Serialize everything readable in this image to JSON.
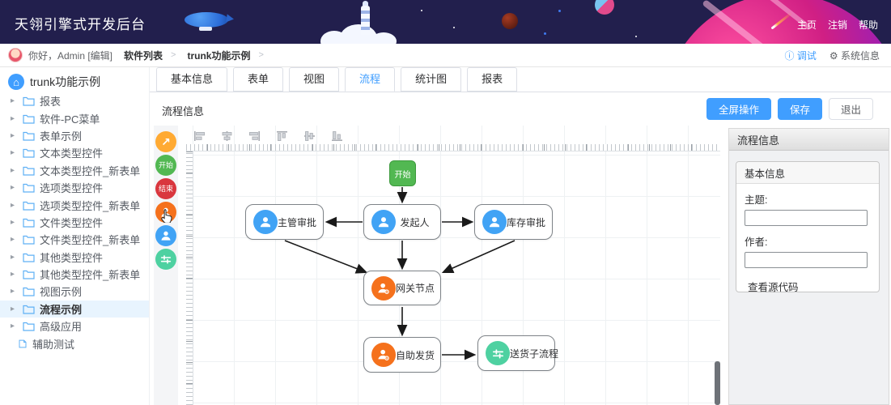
{
  "topbar": {
    "title": "天翎引擎式开发后台",
    "links": [
      {
        "label": "主页"
      },
      {
        "label": "注销"
      },
      {
        "label": "帮助"
      }
    ]
  },
  "breadcrumb": {
    "greeting": "你好，Admin [编辑]",
    "crumbs": [
      {
        "label": "软件列表"
      },
      {
        "label": "trunk功能示例"
      }
    ],
    "separator": ">",
    "debug_label": "调试",
    "system_label": "系统信息"
  },
  "sidebar": {
    "root_label": "trunk功能示例",
    "items": [
      {
        "label": "报表",
        "type": "folder"
      },
      {
        "label": "软件-PC菜单",
        "type": "folder"
      },
      {
        "label": "表单示例",
        "type": "folder"
      },
      {
        "label": "文本类型控件",
        "type": "folder"
      },
      {
        "label": "文本类型控件_新表单",
        "type": "folder"
      },
      {
        "label": "选项类型控件",
        "type": "folder"
      },
      {
        "label": "选项类型控件_新表单",
        "type": "folder"
      },
      {
        "label": "文件类型控件",
        "type": "folder"
      },
      {
        "label": "文件类型控件_新表单",
        "type": "folder"
      },
      {
        "label": "其他类型控件",
        "type": "folder"
      },
      {
        "label": "其他类型控件_新表单",
        "type": "folder"
      },
      {
        "label": "视图示例",
        "type": "folder"
      },
      {
        "label": "流程示例",
        "type": "folder",
        "selected": true
      },
      {
        "label": "高级应用",
        "type": "folder"
      },
      {
        "label": "辅助测试",
        "type": "file"
      }
    ]
  },
  "tabs": [
    {
      "label": "基本信息",
      "active": false
    },
    {
      "label": "表单",
      "active": false
    },
    {
      "label": "视图",
      "active": false
    },
    {
      "label": "流程",
      "active": true
    },
    {
      "label": "统计图",
      "active": false
    },
    {
      "label": "报表",
      "active": false
    }
  ],
  "section": {
    "title": "流程信息",
    "buttons": [
      {
        "label": "全屏操作",
        "style": "primary"
      },
      {
        "label": "保存",
        "style": "primary"
      },
      {
        "label": "退出",
        "style": "plain"
      }
    ]
  },
  "palette": {
    "start_label": "开始",
    "end_label": "结束",
    "tools": [
      "pointer",
      "start",
      "end",
      "user-task-orange",
      "user-task-blue",
      "subprocess"
    ]
  },
  "flow": {
    "nodes": [
      {
        "id": "start",
        "label": "开始",
        "type": "start"
      },
      {
        "id": "supervisor",
        "label": "主管审批",
        "type": "user-task"
      },
      {
        "id": "initiator",
        "label": "发起人",
        "type": "user-task"
      },
      {
        "id": "inventory",
        "label": "库存审批",
        "type": "user-task"
      },
      {
        "id": "gateway",
        "label": "网关节点",
        "type": "gateway-task"
      },
      {
        "id": "self_delivery",
        "label": "自助发货",
        "type": "gateway-task"
      },
      {
        "id": "sub_process",
        "label": "送货子流程",
        "type": "subprocess"
      }
    ],
    "edges": [
      {
        "from": "start",
        "to": "initiator"
      },
      {
        "from": "initiator",
        "to": "supervisor"
      },
      {
        "from": "initiator",
        "to": "inventory"
      },
      {
        "from": "initiator",
        "to": "gateway"
      },
      {
        "from": "supervisor",
        "to": "gateway"
      },
      {
        "from": "inventory",
        "to": "gateway"
      },
      {
        "from": "gateway",
        "to": "self_delivery"
      },
      {
        "from": "self_delivery",
        "to": "sub_process"
      }
    ]
  },
  "panel": {
    "title": "流程信息",
    "box_title": "基本信息",
    "fields": [
      {
        "label": "主题:",
        "value": ""
      },
      {
        "label": "作者:",
        "value": ""
      }
    ],
    "source_link": "查看源代码"
  },
  "colors": {
    "accent": "#409eff",
    "topbar_bg": "#221f4d",
    "start_green": "#52b852",
    "end_red": "#d9363e",
    "task_orange": "#f5711c",
    "icon_blue": "#41a3f5",
    "subprocess_teal": "#4ed1a1",
    "selected_row_bg": "#e8f4fe"
  }
}
